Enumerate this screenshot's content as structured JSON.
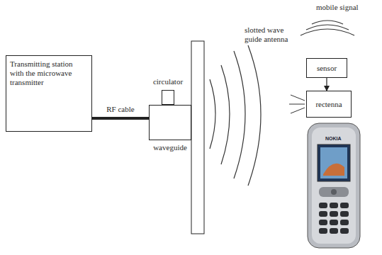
{
  "diagram": {
    "nodes": [
      {
        "text": [
          "Transmitting station with the microwave transmitter"
        ]
      },
      {
        "text": [
          "circulator"
        ]
      },
      {
        "text": [
          "waveguide"
        ]
      },
      {
        "text": [
          "sensor"
        ]
      },
      {
        "text": [
          "rectenna"
        ]
      }
    ],
    "edges": [
      {
        "from": 0,
        "to": 2,
        "label": "RF cable",
        "arrow": "none"
      },
      {
        "from": 3,
        "to": 4,
        "arrow": "to"
      }
    ],
    "labels": [
      "slotted wave guide antenna",
      "mobile signal",
      "NOKIA"
    ]
  }
}
